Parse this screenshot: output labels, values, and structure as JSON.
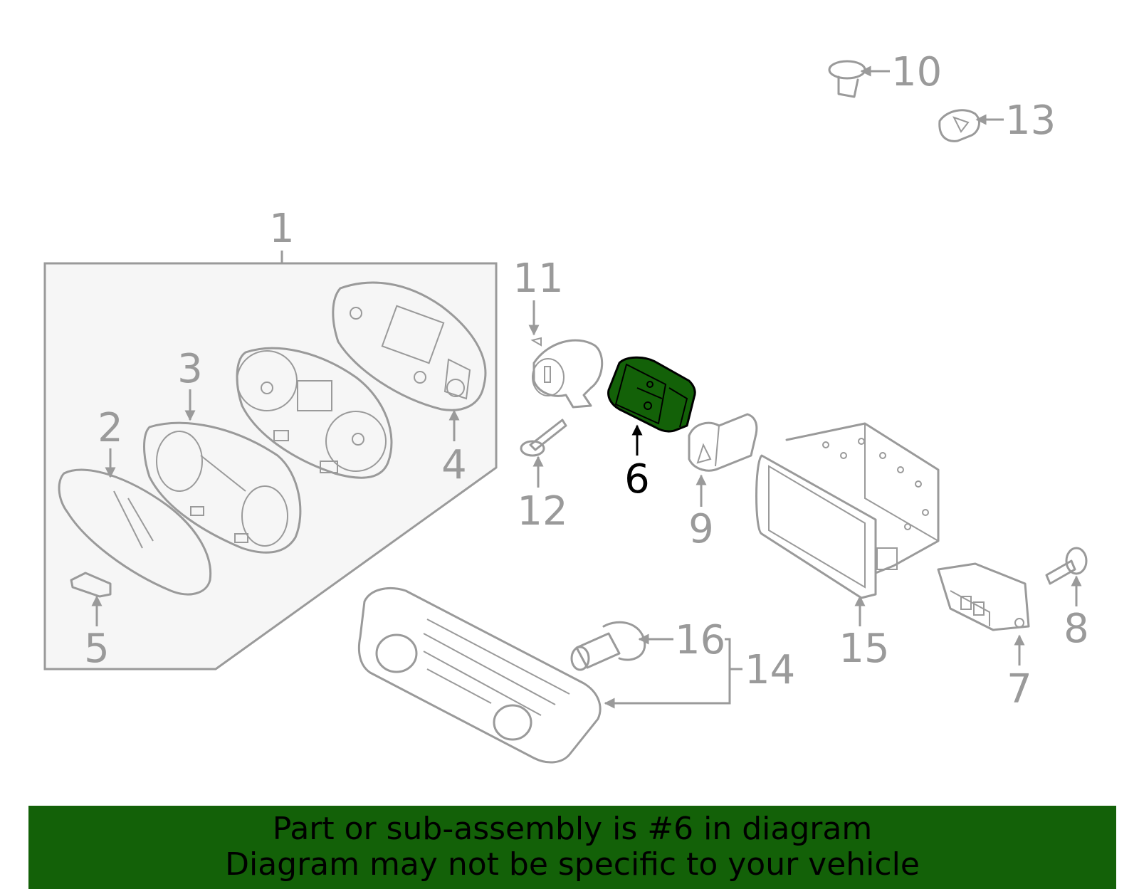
{
  "diagram": {
    "callouts": {
      "c1": "1",
      "c2": "2",
      "c3": "3",
      "c4": "4",
      "c5": "5",
      "c6": "6",
      "c7": "7",
      "c8": "8",
      "c9": "9",
      "c10": "10",
      "c11": "11",
      "c12": "12",
      "c13": "13",
      "c14": "14",
      "c15": "15",
      "c16": "16"
    },
    "highlight_part": "6",
    "colors": {
      "line_art": "#9a9a9a",
      "highlight_fill": "#136108",
      "highlight_callout": "#000000",
      "group_box_fill": "#f6f6f6",
      "banner_bg": "#136108"
    }
  },
  "banner": {
    "line1": "Part or sub-assembly is #6 in diagram",
    "line2": "Diagram may not be specific to your vehicle"
  }
}
